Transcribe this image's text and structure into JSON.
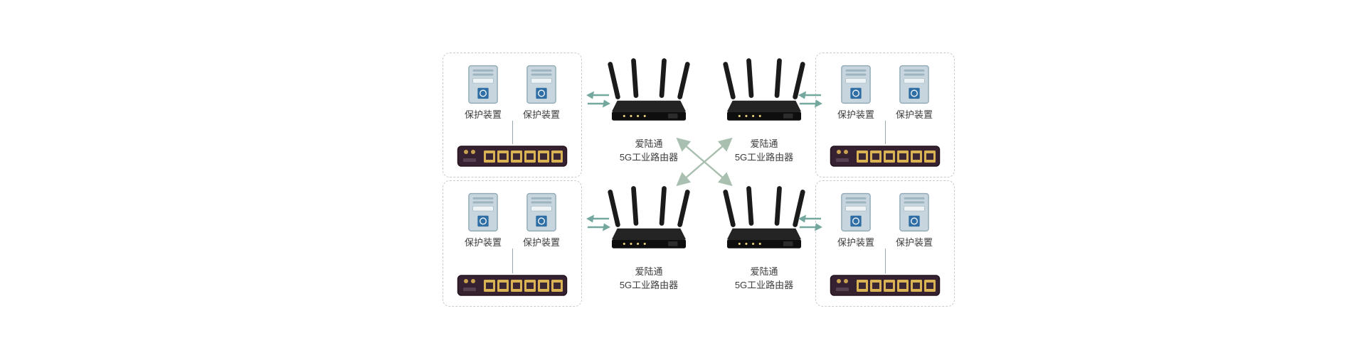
{
  "diagram": {
    "title": "5G industrial router protection-device networking diagram",
    "groups": [
      {
        "position": "top-left",
        "devices": [
          {
            "label": "保护装置"
          },
          {
            "label": "保护装置"
          }
        ]
      },
      {
        "position": "top-right",
        "devices": [
          {
            "label": "保护装置"
          },
          {
            "label": "保护装置"
          }
        ]
      },
      {
        "position": "bottom-left",
        "devices": [
          {
            "label": "保护装置"
          },
          {
            "label": "保护装置"
          }
        ]
      },
      {
        "position": "bottom-right",
        "devices": [
          {
            "label": "保护装置"
          },
          {
            "label": "保护装置"
          }
        ]
      }
    ],
    "routers": [
      {
        "position": "top-left",
        "name": "爱陆通",
        "model": "5G工业路由器"
      },
      {
        "position": "top-right",
        "name": "爱陆通",
        "model": "5G工业路由器"
      },
      {
        "position": "bottom-left",
        "name": "爱陆通",
        "model": "5G工业路由器"
      },
      {
        "position": "bottom-right",
        "name": "爱陆通",
        "model": "5G工业路由器"
      }
    ],
    "icons": {
      "protection_device": "server-tower-icon",
      "switch": "ethernet-switch-icon",
      "router": "5g-router-antenna-icon",
      "exchange": "bidirectional-exchange-arrow-icon",
      "cross": "crossed-double-arrows-icon"
    },
    "colors": {
      "background": "#ffffff",
      "dashed_border": "#c7cbce",
      "exchange_arrow": "#74a79e",
      "cross_arrow": "#a9bfb0",
      "device_body": "#c7d6de",
      "device_panel": "#2f6ea5",
      "switch_body": "#362131",
      "switch_port": "#d9b254",
      "router_body": "#1b1b1b",
      "label_text": "#3c3c3c"
    }
  }
}
